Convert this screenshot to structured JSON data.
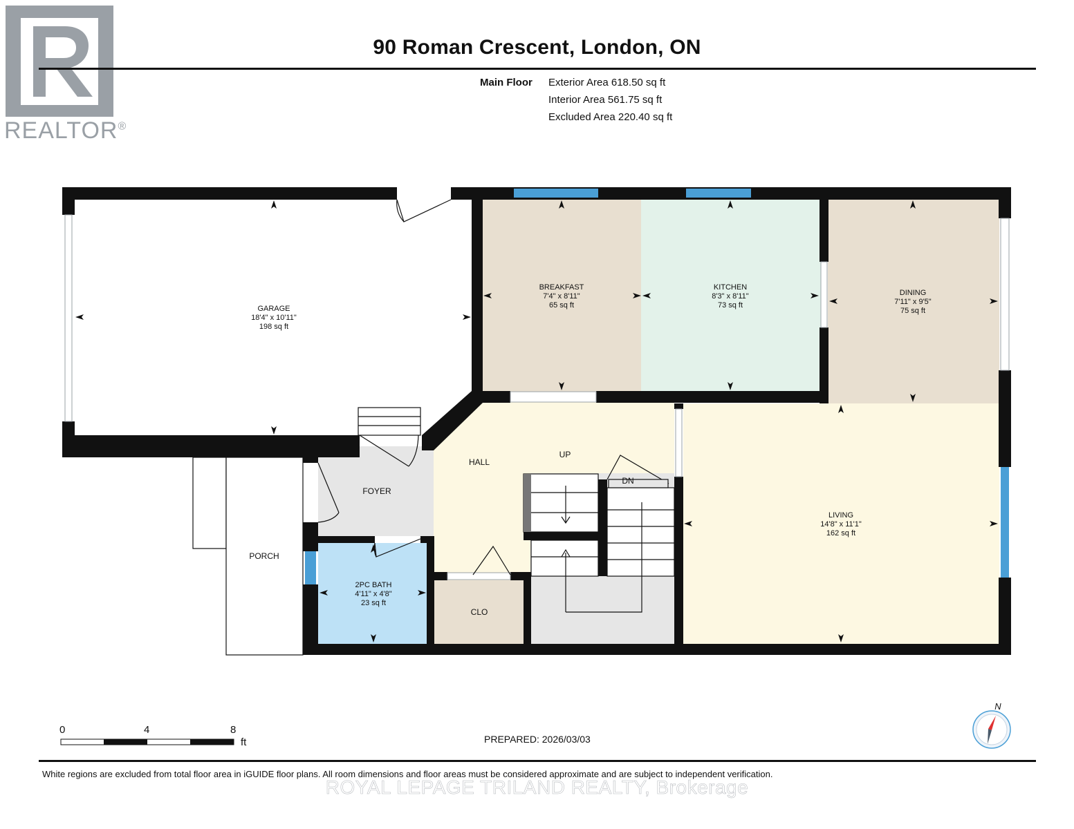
{
  "header": {
    "title": "90 Roman Crescent, London, ON",
    "floor_label": "Main Floor",
    "exterior_area": "Exterior Area 618.50 sq ft",
    "interior_area": "Interior Area 561.75 sq ft",
    "excluded_area": "Excluded Area 220.40 sq ft"
  },
  "logo": {
    "text": "REALTOR",
    "mark": "®"
  },
  "rooms": {
    "garage": {
      "name": "GARAGE",
      "dims": "18'4\" x 10'11\"",
      "area": "198 sq ft"
    },
    "breakfast": {
      "name": "BREAKFAST",
      "dims": "7'4\" x 8'11\"",
      "area": "65 sq ft"
    },
    "kitchen": {
      "name": "KITCHEN",
      "dims": "8'3\" x 8'11\"",
      "area": "73 sq ft"
    },
    "dining": {
      "name": "DINING",
      "dims": "7'11\" x 9'5\"",
      "area": "75 sq ft"
    },
    "living": {
      "name": "LIVING",
      "dims": "14'8\" x 11'1\"",
      "area": "162 sq ft"
    },
    "bath": {
      "name": "2PC BATH",
      "dims": "4'11\" x 4'8\"",
      "area": "23 sq ft"
    },
    "hall": {
      "name": "HALL"
    },
    "foyer": {
      "name": "FOYER"
    },
    "porch": {
      "name": "PORCH"
    },
    "closet": {
      "name": "CLO"
    },
    "stairs_up": "UP",
    "stairs_down": "DN"
  },
  "colors": {
    "wall": "#111111",
    "window": "#4a9fd6",
    "breakfast": "#e8dfd0",
    "kitchen": "#e3f2ea",
    "dining": "#e8dfd0",
    "living": "#fdf8e2",
    "hall": "#fdf8e2",
    "foyer": "#e6e6e6",
    "bath": "#bde1f6",
    "closet": "#e8dfd0",
    "stair_area": "#e6e6e6"
  },
  "scale": {
    "ticks": [
      "0",
      "4",
      "8"
    ],
    "unit": "ft"
  },
  "compass": {
    "label": "N",
    "icon": "compass-icon"
  },
  "footer": {
    "prepared": "PREPARED: 2026/03/03",
    "disclaimer": "White regions are excluded from total floor area in iGUIDE floor plans. All room dimensions and floor areas must be considered approximate and are subject to independent verification.",
    "watermark": "ROYAL LEPAGE TRILAND REALTY, Brokerage"
  }
}
